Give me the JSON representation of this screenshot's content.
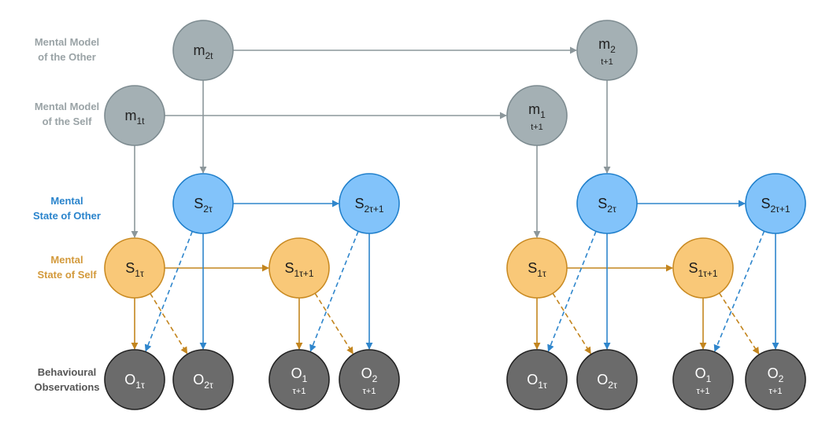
{
  "colors": {
    "model_fill": "#a4b0b4",
    "model_stroke": "#7d8b90",
    "model_edge": "#8c979b",
    "other_fill": "#82c3fa",
    "other_stroke": "#1f7fcb",
    "other_edge": "#2f86cc",
    "self_fill": "#f9c878",
    "self_stroke": "#c98a22",
    "self_edge": "#c3851e",
    "obs_fill": "#6b6b6b",
    "obs_stroke": "#222222",
    "label_gray": "#9aa3a6",
    "label_blue": "#2a84cc",
    "label_orange": "#d39a3c",
    "label_dark": "#555555"
  },
  "row_labels": {
    "model_other": [
      "Mental Model",
      "of the Other"
    ],
    "model_self": [
      "Mental Model",
      "of the Self"
    ],
    "state_other": [
      "Mental",
      "State of Other"
    ],
    "state_self": [
      "Mental",
      "State of Self"
    ],
    "observations": [
      "Behavioural",
      "Observations"
    ]
  },
  "nodes": {
    "m2t": {
      "main": "m",
      "sub": "2t",
      "below": ""
    },
    "m1t": {
      "main": "m",
      "sub": "1t",
      "below": ""
    },
    "m1_next": {
      "main": "m",
      "sub": "1",
      "below": "t+1"
    },
    "m2_next": {
      "main": "m",
      "sub": "2",
      "below": "t+1"
    },
    "s2_a": {
      "main": "S",
      "sub": "2τ",
      "below": ""
    },
    "s2_b": {
      "main": "S",
      "sub": "2τ+1",
      "below": ""
    },
    "s1_a": {
      "main": "S",
      "sub": "1τ",
      "below": ""
    },
    "s1_b": {
      "main": "S",
      "sub": "1τ+1",
      "below": ""
    },
    "o1_a": {
      "main": "O",
      "sub": "1τ",
      "below": ""
    },
    "o2_a": {
      "main": "O",
      "sub": "2τ",
      "below": ""
    },
    "o1_b": {
      "main": "O",
      "sub": "1",
      "below": "τ+1"
    },
    "o2_b": {
      "main": "O",
      "sub": "2",
      "below": "τ+1"
    },
    "s2_c": {
      "main": "S",
      "sub": "2τ",
      "below": ""
    },
    "s2_d": {
      "main": "S",
      "sub": "2τ+1",
      "below": ""
    },
    "s1_c": {
      "main": "S",
      "sub": "1τ",
      "below": ""
    },
    "s1_d": {
      "main": "S",
      "sub": "1τ+1",
      "below": ""
    },
    "o1_c": {
      "main": "O",
      "sub": "1τ",
      "below": ""
    },
    "o2_c": {
      "main": "O",
      "sub": "2τ",
      "below": ""
    },
    "o1_d": {
      "main": "O",
      "sub": "1",
      "below": "τ+1"
    },
    "o2_d": {
      "main": "O",
      "sub": "2",
      "below": "τ+1"
    }
  }
}
